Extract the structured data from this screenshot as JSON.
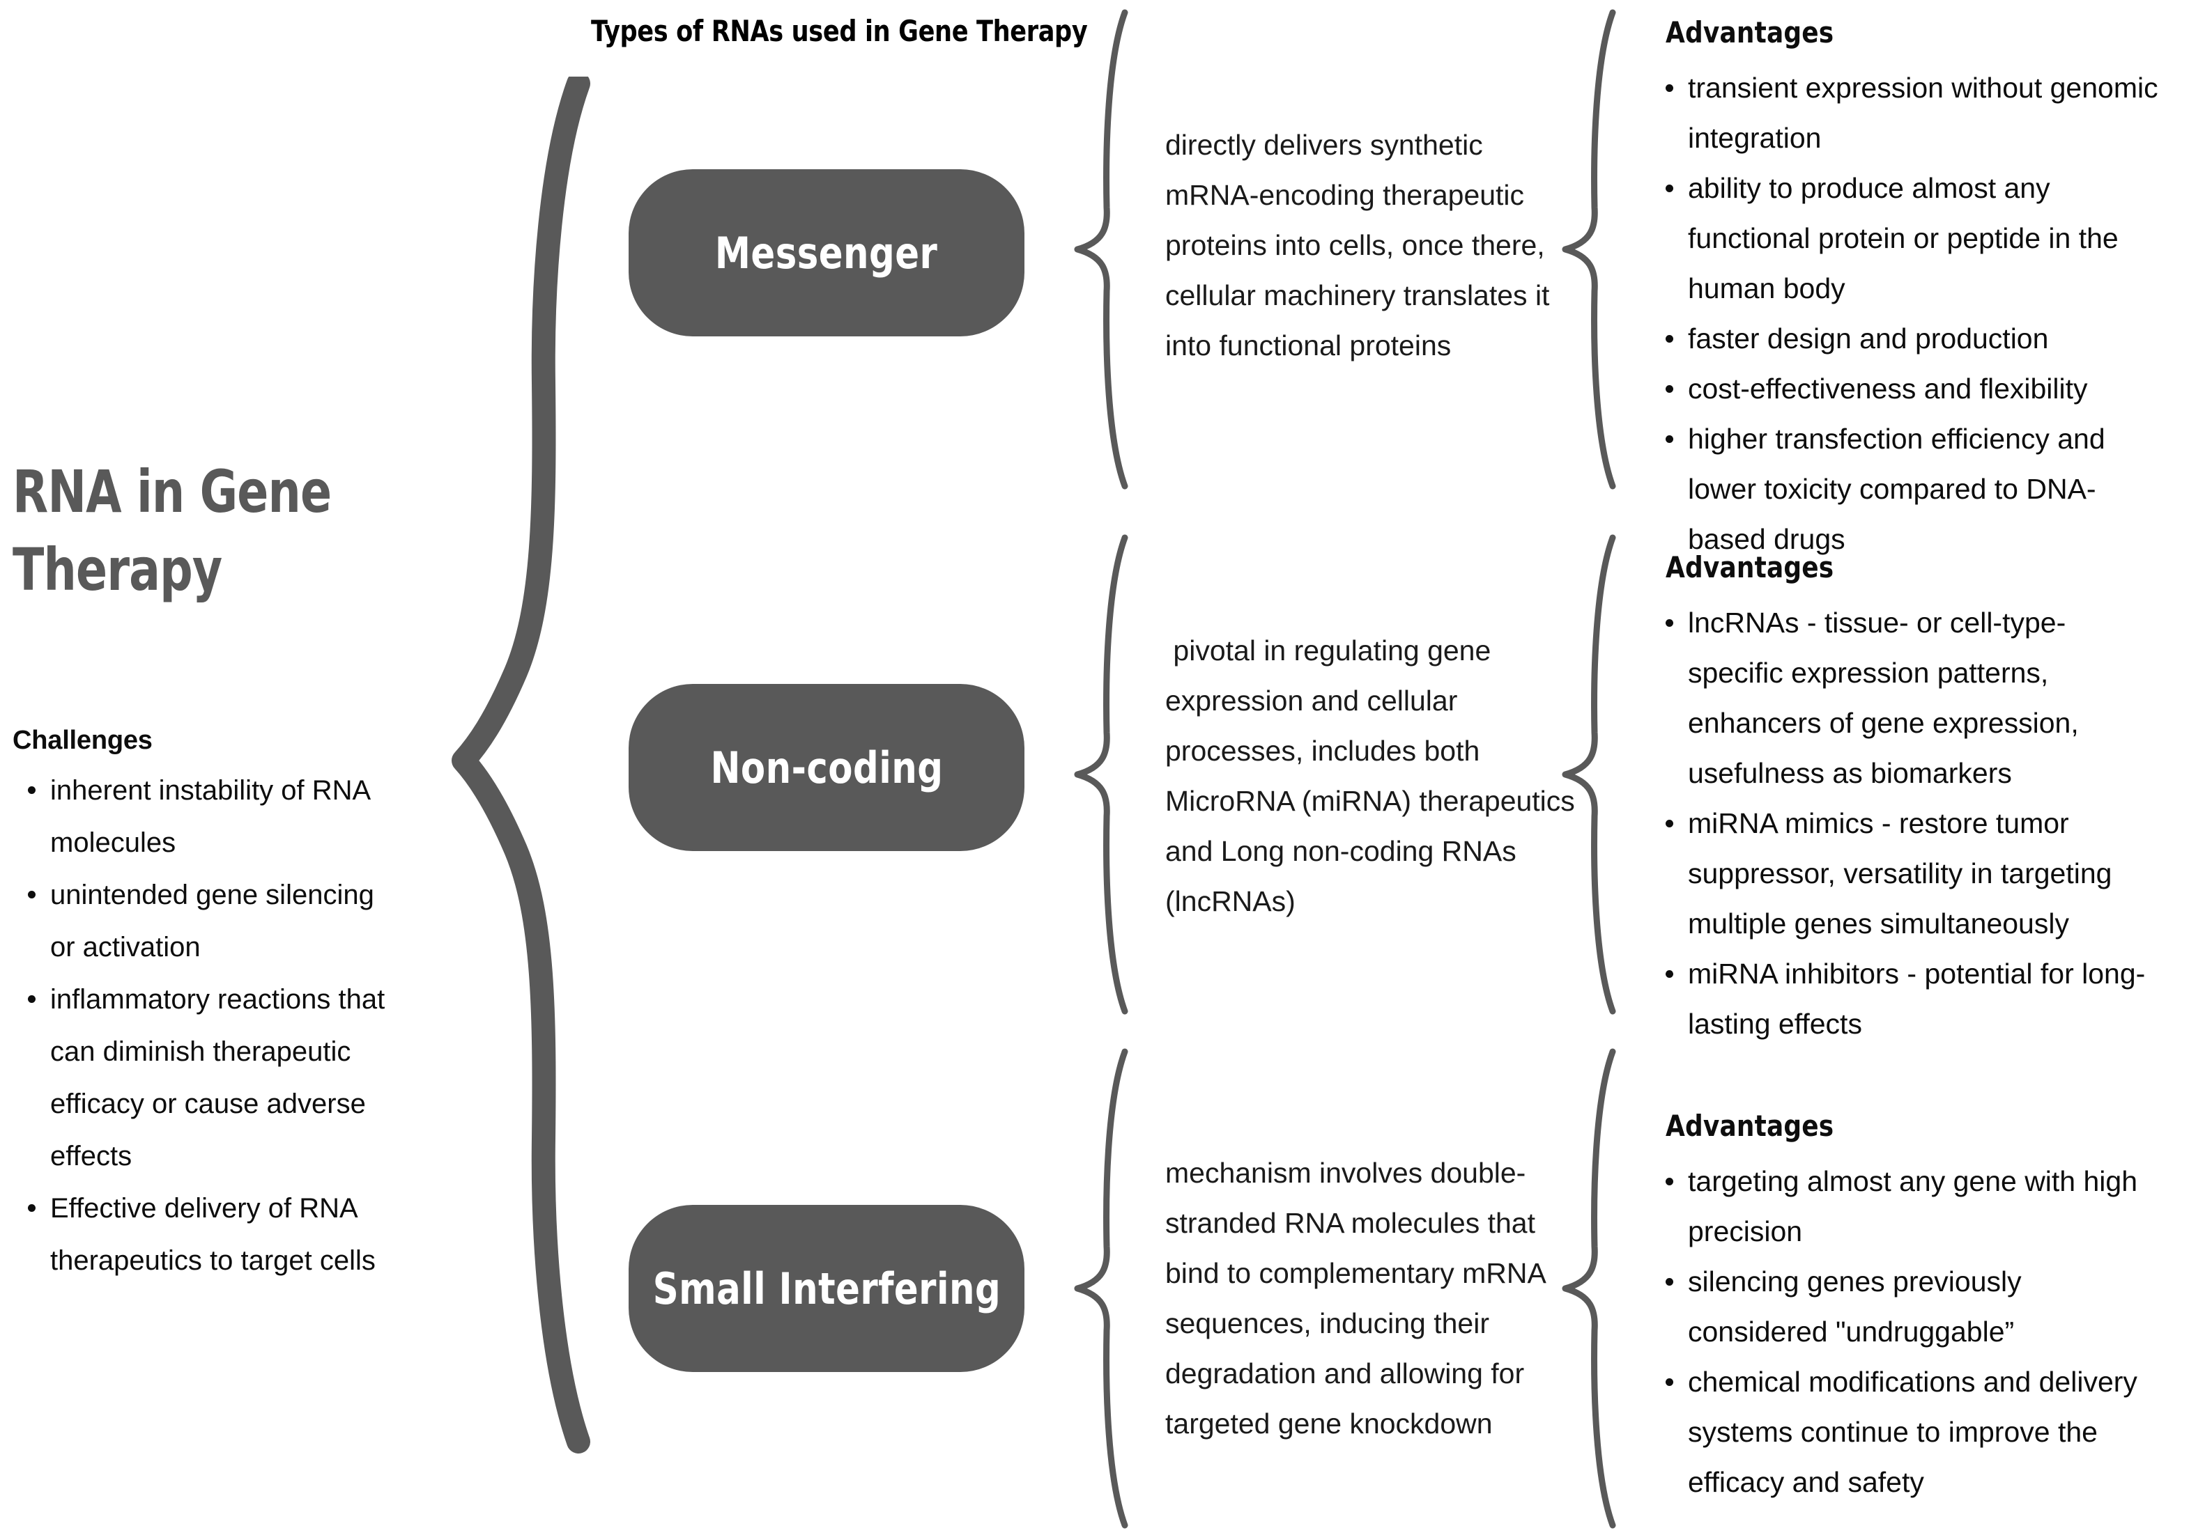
{
  "theme": {
    "brace_color": "#595959",
    "pill_color": "#595959",
    "pill_text_color": "#ffffff",
    "title_color": "#595959",
    "body_text_color": "#1a1a1a",
    "heading_color": "#0d0d0d",
    "background": "#ffffff"
  },
  "title": "RNA in Gene Therapy",
  "section_header": "Types of RNAs used in Gene Therapy",
  "challenges": {
    "heading": "Challenges",
    "items": [
      "inherent instability of RNA molecules",
      "unintended gene silencing or activation",
      "inflammatory reactions that can diminish therapeutic efficacy or cause adverse effects",
      "Effective delivery of RNA therapeutics to target cells"
    ]
  },
  "rows": [
    {
      "pill_label": "Messenger",
      "description": "directly delivers synthetic mRNA-encoding therapeutic proteins into cells, once there, cellular machinery translates it into functional proteins",
      "advantages_heading": "Advantages",
      "advantages": [
        "transient expression without genomic integration",
        "ability to produce almost any functional protein or peptide in the human body",
        "faster design and production",
        "cost-effectiveness and flexibility",
        "higher transfection efficiency and lower toxicity compared to DNA-based drugs"
      ]
    },
    {
      "pill_label": "Non-coding",
      "description": " pivotal in regulating gene expression and cellular processes, includes both MicroRNA (miRNA) therapeutics  and Long non-coding RNAs (lncRNAs)",
      "advantages_heading": "Advantages",
      "advantages": [
        "lncRNAs - tissue- or cell-type-specific expression patterns,  enhancers of gene expression,  usefulness as biomarkers",
        "miRNA mimics - restore tumor suppressor, versatility in targeting multiple genes simultaneously",
        "miRNA inhibitors - potential for long-lasting effects"
      ]
    },
    {
      "pill_label": "Small Interfering",
      "description": "mechanism involves double-stranded RNA molecules that bind to complementary mRNA sequences, inducing their degradation and allowing for targeted gene knockdown",
      "advantages_heading": "Advantages",
      "advantages": [
        "targeting almost any gene with high precision",
        "silencing genes previously considered \"undruggable”",
        "chemical modifications and delivery systems continue to improve the efficacy and safety"
      ]
    }
  ]
}
